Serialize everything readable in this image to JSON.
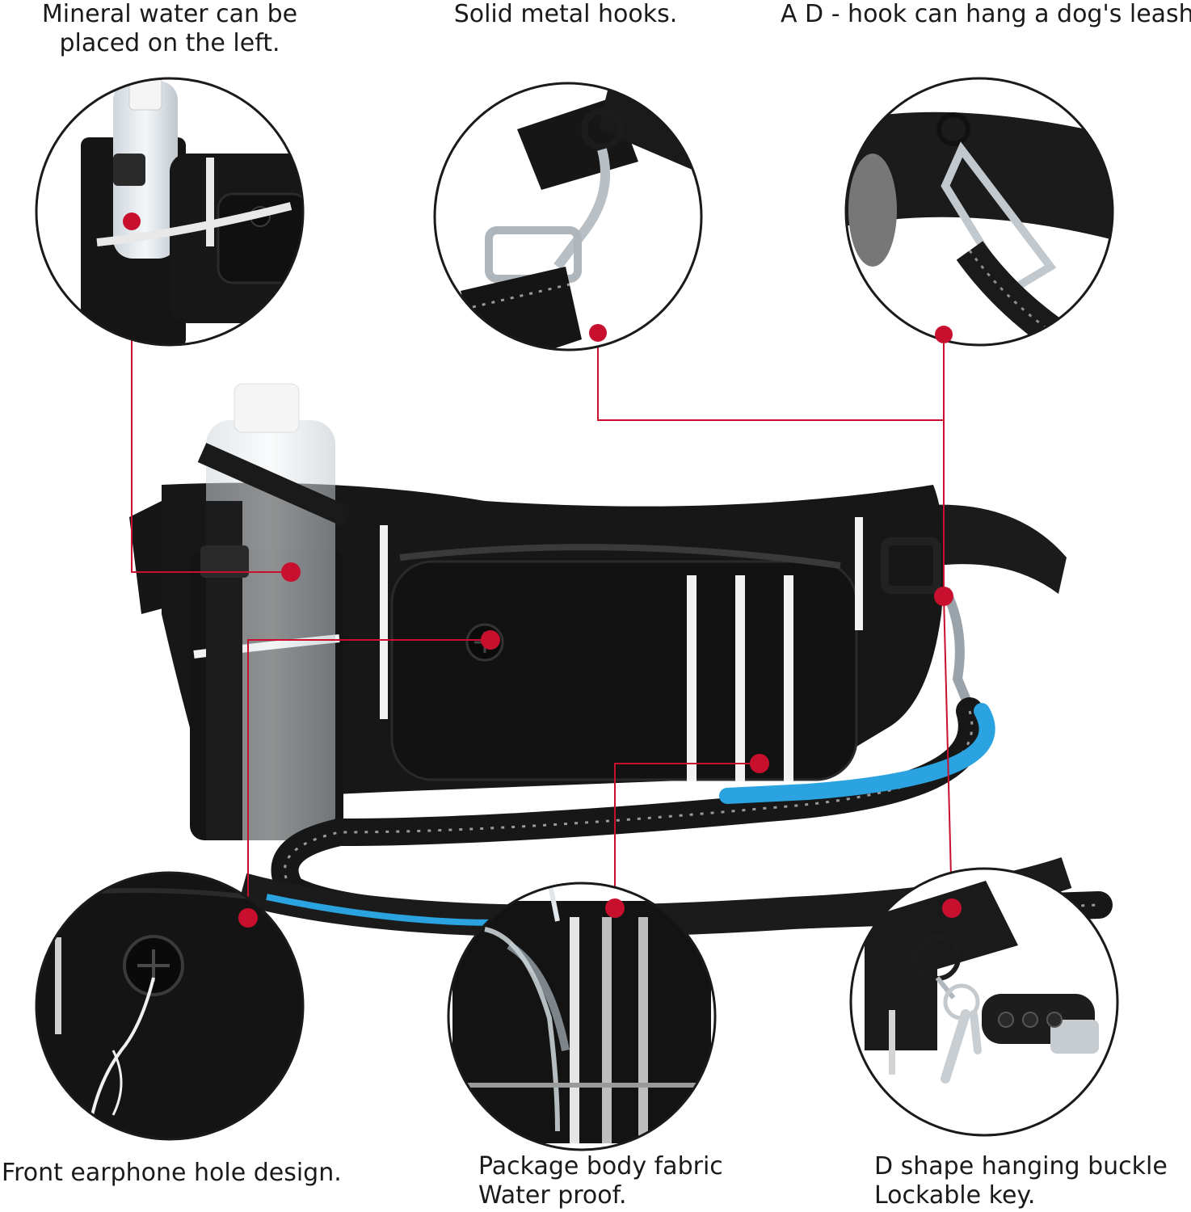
{
  "captions": {
    "water": [
      "Mineral water can be",
      "placed on the left."
    ],
    "hooks": [
      "Solid metal hooks."
    ],
    "dhook": [
      "A D - hook can hang a dog's leash."
    ],
    "earphone": [
      "Front earphone hole design."
    ],
    "fabric": [
      "Package body fabric",
      "Water proof."
    ],
    "buckle": [
      "D shape hanging buckle",
      "Lockable key."
    ]
  },
  "colors": {
    "marker": "#c8102e",
    "bag": "#151515",
    "reflective": "#f2f2f2",
    "accent_blue": "#2aa3e0"
  }
}
